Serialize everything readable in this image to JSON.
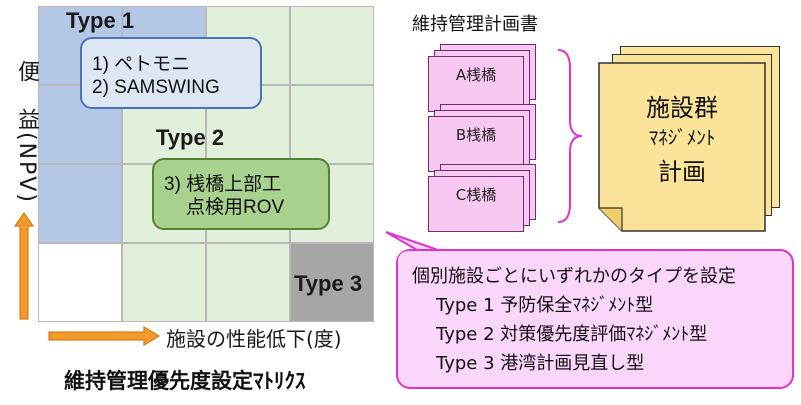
{
  "matrix": {
    "type1_label": "Type 1",
    "type2_label": "Type 2",
    "type3_label": "Type 3",
    "box1_lines": [
      "1) ペトモニ",
      "2) SAMSWING"
    ],
    "box2_lines": [
      "3) 桟橋上部工",
      "点検用ROV"
    ],
    "y_axis_label": "便　益(NPV)",
    "x_axis_label": "施設の性能低下(度)",
    "title": "維持管理優先度設定ﾏﾄﾘｸｽ",
    "colors": {
      "type1": "#b4c7e7",
      "type2": "#e2efda",
      "type3": "#a6a6a6",
      "empty": "#ffffff"
    }
  },
  "plans": {
    "heading": "維持管理計画書",
    "items": [
      "A桟橋",
      "B桟橋",
      "C桟橋"
    ],
    "facility_lines": [
      "施設群",
      "ﾏﾈｼﾞﾒﾝﾄ",
      "計画"
    ]
  },
  "callout": {
    "lines": [
      "個別施設ごとにいずれかのタイプを設定",
      "Type 1 予防保全ﾏﾈｼﾞﾒﾝﾄ型",
      "Type 2 対策優先度評価ﾏﾈｼﾞﾒﾝﾄ型",
      "Type 3 港湾計画見直し型"
    ]
  }
}
